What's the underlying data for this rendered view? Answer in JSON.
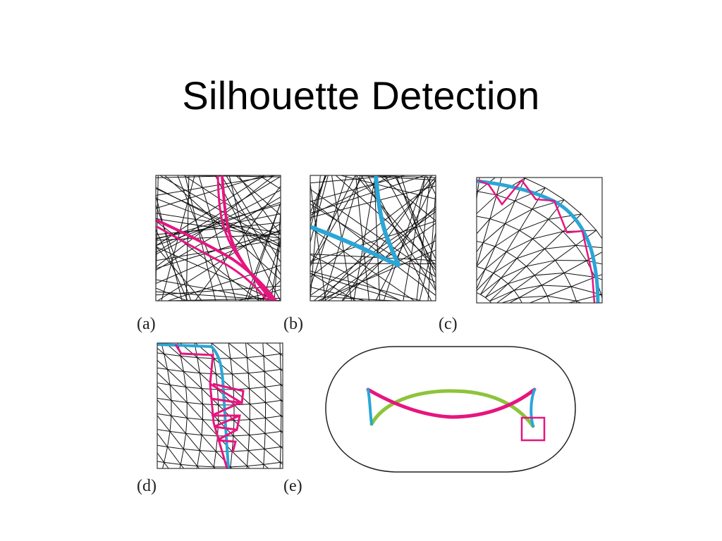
{
  "slide": {
    "title": "Silhouette Detection"
  },
  "figure": {
    "panels": [
      {
        "id": "a",
        "caption": "(a)"
      },
      {
        "id": "b",
        "caption": "(b)"
      },
      {
        "id": "c",
        "caption": "(c)"
      },
      {
        "id": "d",
        "caption": "(d)"
      },
      {
        "id": "e",
        "caption": "(e)"
      }
    ],
    "colors": {
      "mesh": "#111111",
      "magenta": "#e6157f",
      "cyan": "#2aa6d6",
      "green": "#8dc43a",
      "frame": "#333333"
    }
  }
}
